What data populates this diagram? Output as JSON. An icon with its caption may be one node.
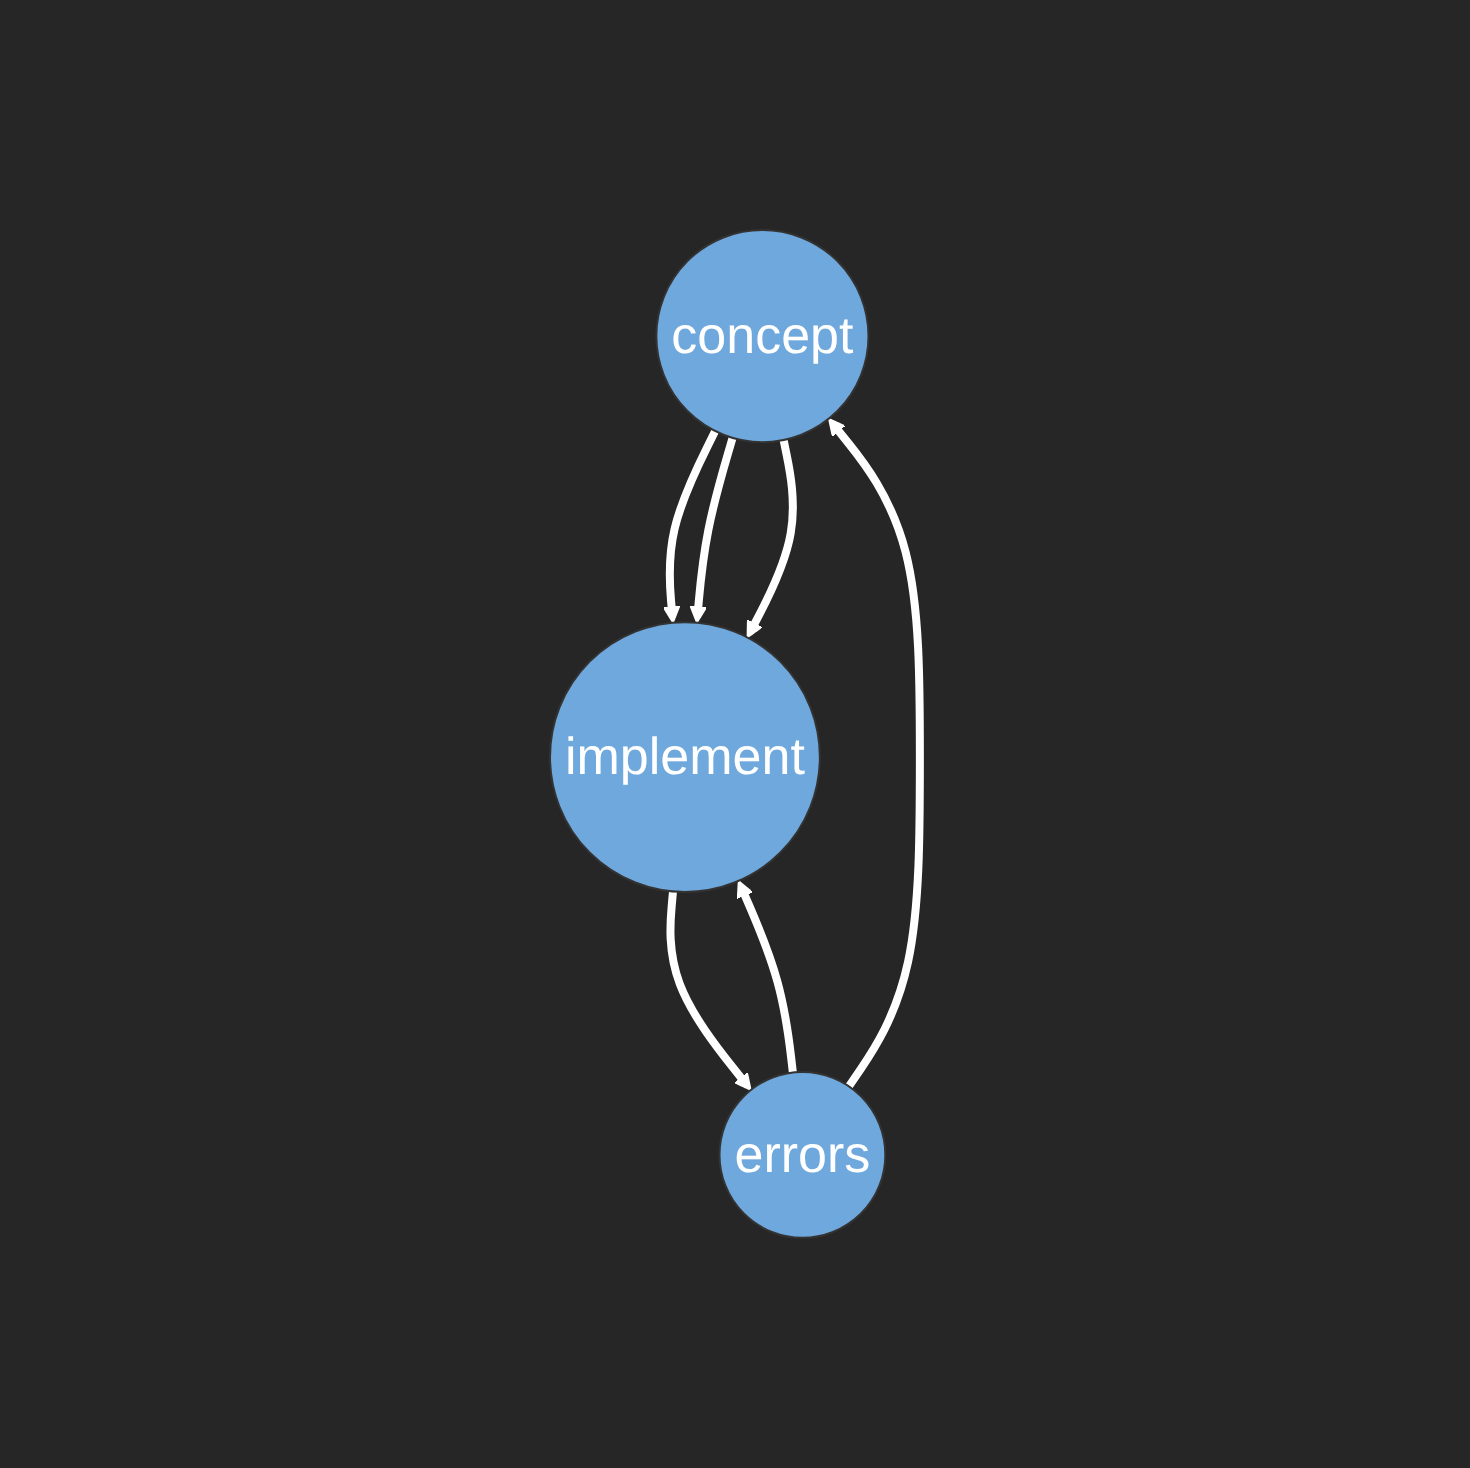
{
  "diagram": {
    "nodes": [
      {
        "text": [
          "concept"
        ]
      },
      {
        "text": [
          "implement"
        ]
      },
      {
        "text": [
          "errors"
        ]
      }
    ],
    "edges": [
      {
        "from": 0,
        "to": 1,
        "arrow": "to"
      },
      {
        "from": 0,
        "to": 1,
        "arrow": "to"
      },
      {
        "from": 0,
        "to": 1,
        "arrow": "to"
      },
      {
        "from": 2,
        "to": 1,
        "arrow": "to"
      },
      {
        "from": 1,
        "to": 2,
        "arrow": "to"
      },
      {
        "from": 2,
        "to": 0,
        "arrow": "to"
      }
    ]
  }
}
